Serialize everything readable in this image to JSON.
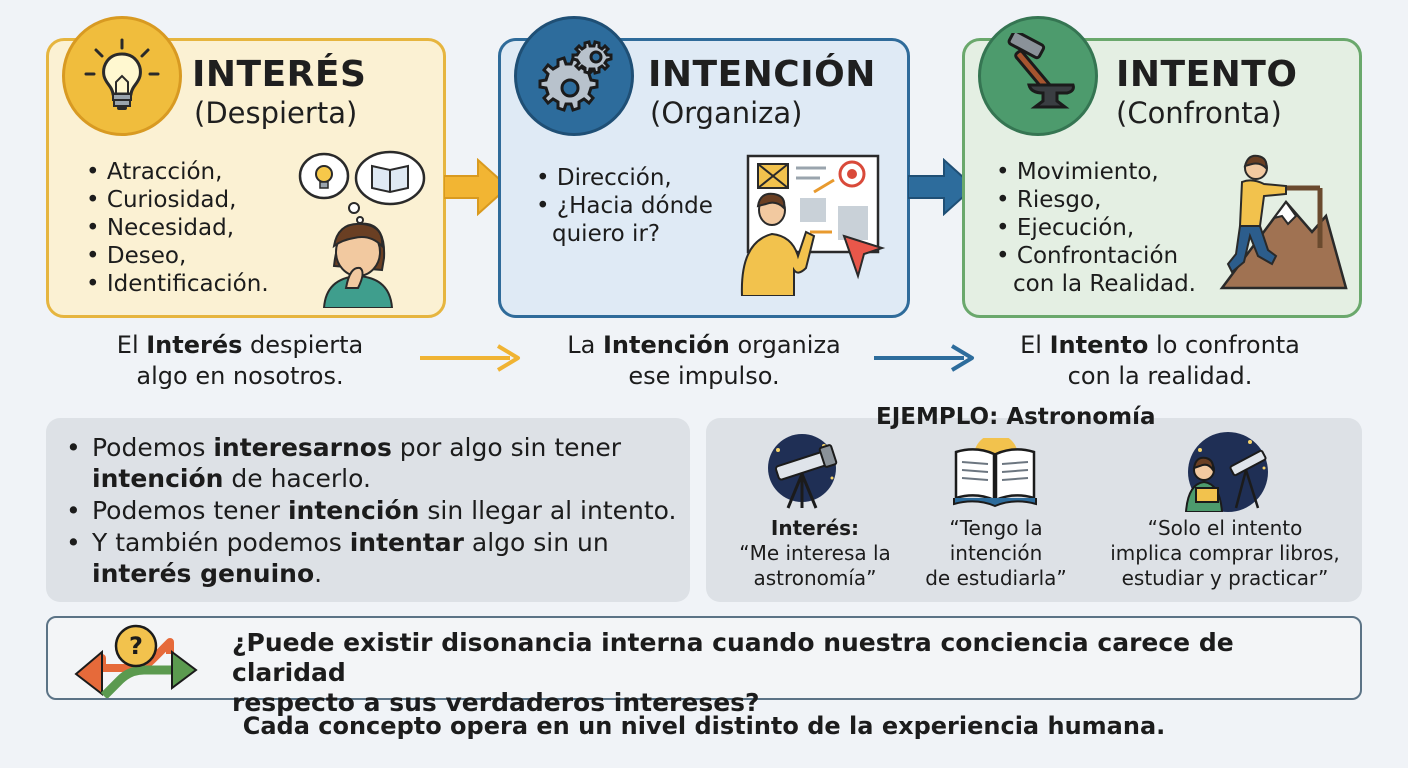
{
  "cards": [
    {
      "title": "INTERÉS",
      "subtitle": "(Despierta)",
      "bullets": [
        "Atracción,",
        "Curiosidad,",
        "Necesidad,",
        "Deseo,",
        "Identificación."
      ]
    },
    {
      "title": "INTENCIÓN",
      "subtitle": "(Organiza)",
      "bullets": [
        "Dirección,",
        "¿Hacia dónde",
        "quiero ir?"
      ]
    },
    {
      "title": "INTENTO",
      "subtitle": "(Confronta)",
      "bullets": [
        "Movimiento,",
        "Riesgo,",
        "Ejecución,",
        "Confrontación",
        "con la Realidad."
      ]
    }
  ],
  "captions": [
    {
      "pre": "El ",
      "bold": "Interés",
      "post": " despierta",
      "line2": "algo en nosotros."
    },
    {
      "pre": "La ",
      "bold": "Intención",
      "post": " organiza",
      "line2": "ese impulso."
    },
    {
      "pre": "El ",
      "bold": "Intento",
      "post": " lo confronta",
      "line2": "con la realidad."
    }
  ],
  "statements": [
    {
      "p1": "Podemos ",
      "b1": "interesarnos",
      "p2": " por algo sin tener ",
      "b2": "intención",
      "p3": " de hacerlo."
    },
    {
      "p1": "Podemos tener ",
      "b1": "intención",
      "p2": " sin llegar al intento.",
      "b2": "",
      "p3": ""
    },
    {
      "p1": "Y también podemos ",
      "b1": "intentar",
      "p2": " algo sin un ",
      "b2": "interés genuino",
      "p3": "."
    }
  ],
  "example": {
    "title": "EJEMPLO: Astronomía",
    "items": [
      {
        "label": "Interés:",
        "line1": "“Me interesa la",
        "line2": "astronomía”"
      },
      {
        "label": "",
        "line1": "“Tengo la",
        "line1b": "intención",
        "line2": "de estudiarla”"
      },
      {
        "label": "",
        "line1": "“Solo el intento",
        "line1b": "implica comprar libros,",
        "line2": "estudiar y practicar”"
      }
    ]
  },
  "question": {
    "line1": "¿Puede existir disonancia interna cuando nuestra conciencia carece de claridad",
    "line2": "respecto a sus verdaderos intereses?"
  },
  "footer": "Cada concepto opera en un nivel distinto de la experiencia humana.",
  "colors": {
    "interes": "#f0bd3d",
    "intencion": "#2d6c9c",
    "intento": "#4d9b6d"
  },
  "icons": [
    "lightbulb-icon",
    "gears-icon",
    "hammer-anvil-icon",
    "telescope-icon",
    "open-book-icon",
    "question-arrows-icon"
  ]
}
